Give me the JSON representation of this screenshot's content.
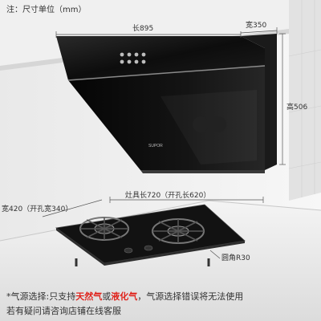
{
  "unit_note": "注：尺寸单位（mm）",
  "hood": {
    "brand": "SUPOR",
    "length_label": "长895",
    "width_label": "宽350",
    "height_label": "高506"
  },
  "stove": {
    "width_label": "宽420（开孔宽340）",
    "length_label": "灶具长720（开孔长620）",
    "corner_label": "圆角R30"
  },
  "footer": {
    "line1_a": "*气源选择:只支持",
    "line1_gas1": "天然气",
    "line1_or": "或",
    "line1_gas2": "液化气",
    "line1_b": "，气源选择错误将无法使用",
    "line2": "若有疑问请咨询店铺在线客服",
    "accent_color": "#e0231c"
  }
}
